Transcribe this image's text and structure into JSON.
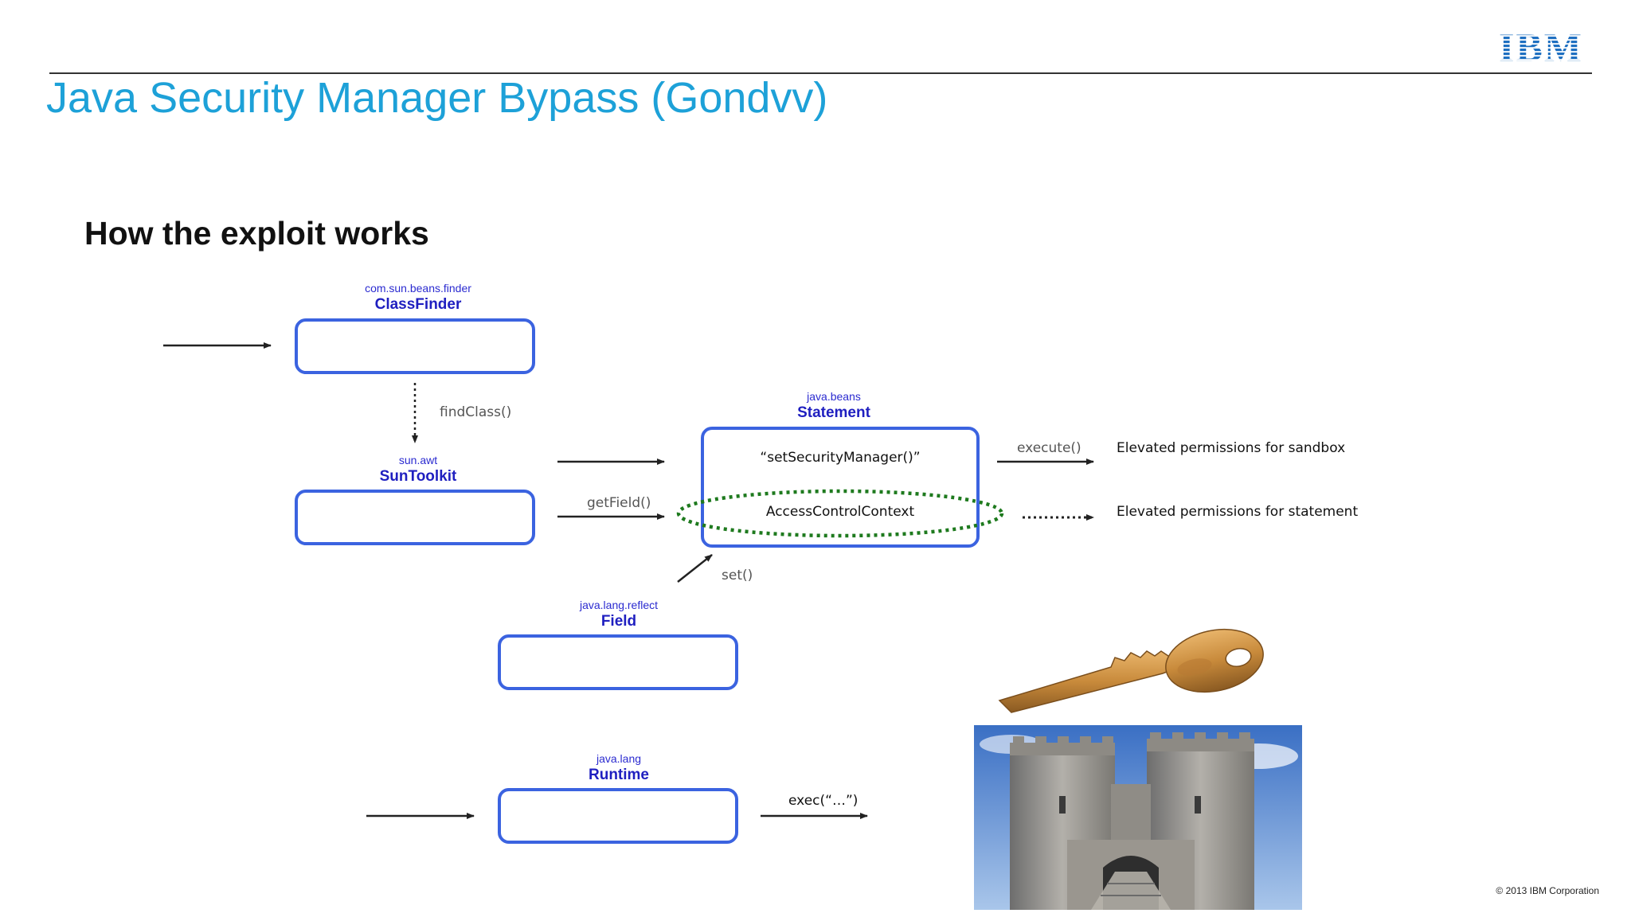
{
  "header": {
    "title": "Java Security Manager Bypass (Gondvv)",
    "logo_text": "IBM",
    "brand_color": "#1da1d8"
  },
  "subtitle": "How the exploit works",
  "diagram": {
    "classfinder": {
      "package": "com.sun.beans.finder",
      "name": "ClassFinder"
    },
    "suntoolkit": {
      "package": "sun.awt",
      "name": "SunToolkit"
    },
    "statement": {
      "package": "java.beans",
      "name": "Statement",
      "method": "“setSecurityManager()”",
      "context": "AccessControlContext"
    },
    "field": {
      "package": "java.lang.reflect",
      "name": "Field"
    },
    "runtime": {
      "package": "java.lang",
      "name": "Runtime"
    },
    "edges": {
      "find_class": "findClass()",
      "get_field": "getField()",
      "set": "set()",
      "execute": "execute()",
      "exec": "exec(“…”)"
    },
    "results": {
      "sandbox": "Elevated permissions for sandbox",
      "statement": "Elevated permissions for statement"
    },
    "box_color": "#3b63e0",
    "context_ring_color": "#1e7a1e"
  },
  "footer": {
    "copyright": "© 2013 IBM Corporation"
  }
}
